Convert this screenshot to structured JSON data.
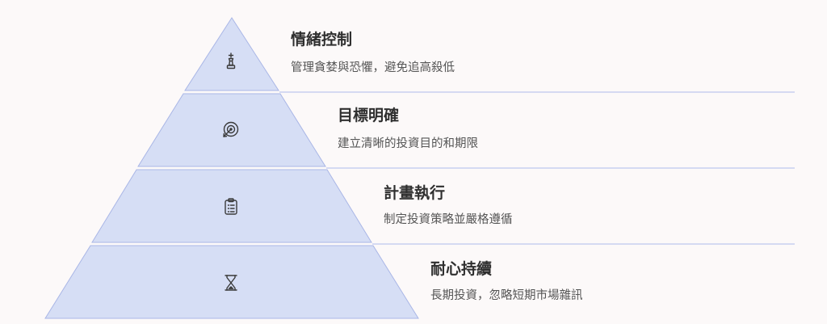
{
  "colors": {
    "background": "#fcf9f9",
    "tier_fill": "#d6def5",
    "tier_stroke": "#a9b6e6",
    "separator": "#c8d0ef",
    "icon_stroke": "#3a3a3a",
    "title_text": "#2f2f2f",
    "desc_text": "#555555"
  },
  "tiers": [
    {
      "title": "情緒控制",
      "description": "管理貪婪與恐懼，避免追高殺低",
      "icon": "chess-king-icon"
    },
    {
      "title": "目標明確",
      "description": "建立清晰的投資目的和期限",
      "icon": "target-icon"
    },
    {
      "title": "計畫執行",
      "description": "制定投資策略並嚴格遵循",
      "icon": "clipboard-list-icon"
    },
    {
      "title": "耐心持續",
      "description": "長期投資，忽略短期市場雜訊",
      "icon": "hourglass-icon"
    }
  ]
}
